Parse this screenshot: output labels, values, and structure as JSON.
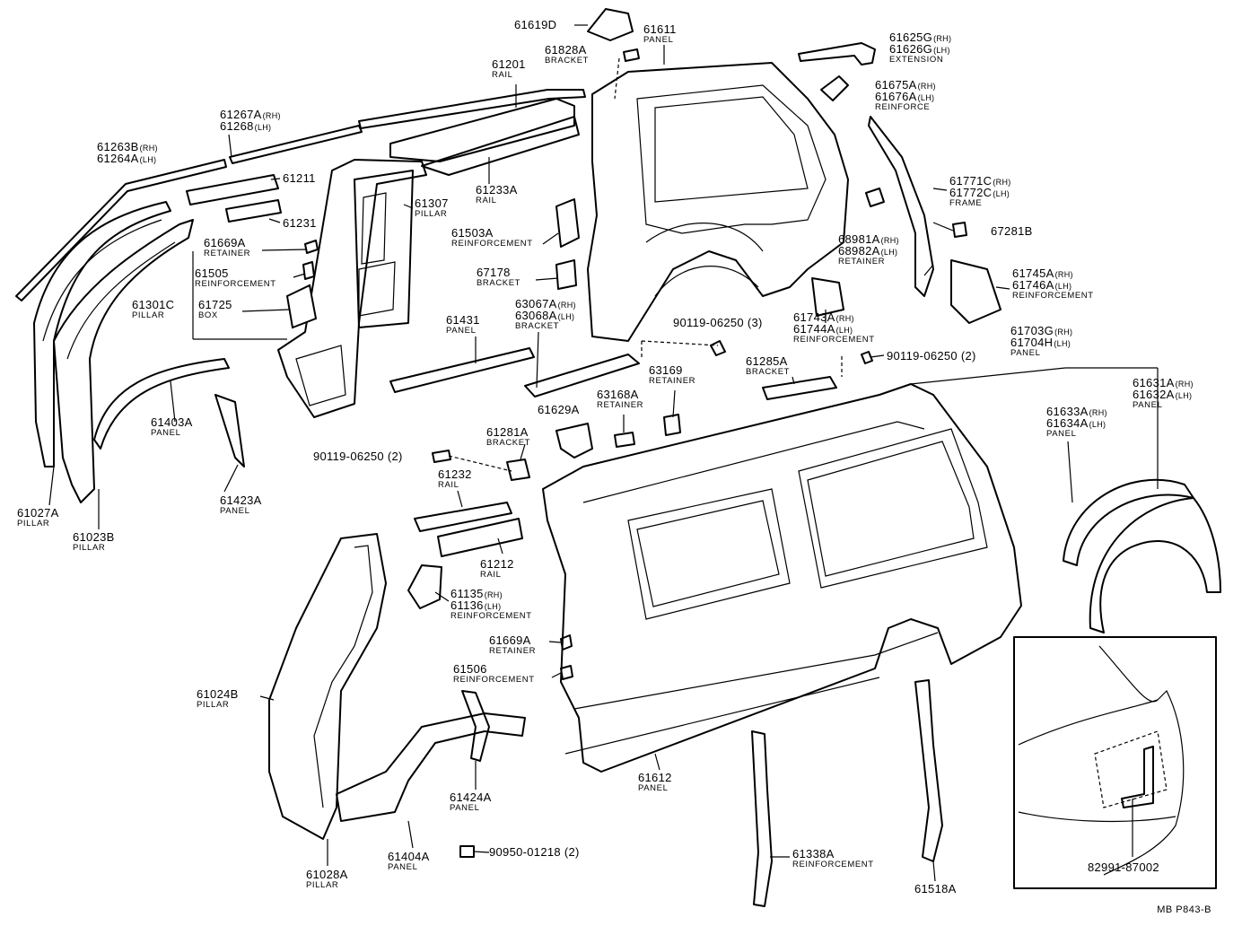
{
  "diagram": {
    "code": "MB P843-B",
    "labels": [
      {
        "id": "61619D",
        "parts": [
          {
            "no": "61619D"
          }
        ]
      },
      {
        "id": "61611",
        "parts": [
          {
            "no": "61611"
          }
        ],
        "name": "PANEL"
      },
      {
        "id": "61828A",
        "parts": [
          {
            "no": "61828A"
          }
        ],
        "name": "BRACKET"
      },
      {
        "id": "61625G",
        "parts": [
          {
            "no": "61625G",
            "side": "(RH)"
          },
          {
            "no": "61626G",
            "side": "(LH)"
          }
        ],
        "name": "EXTENSION"
      },
      {
        "id": "61201",
        "parts": [
          {
            "no": "61201"
          }
        ],
        "name": "RAIL"
      },
      {
        "id": "61675A",
        "parts": [
          {
            "no": "61675A",
            "side": "(RH)"
          },
          {
            "no": "61676A",
            "side": "(LH)"
          }
        ],
        "name": "REINFORCE"
      },
      {
        "id": "61267A",
        "parts": [
          {
            "no": "61267A",
            "side": "(RH)"
          },
          {
            "no": "61268",
            "side": "(LH)"
          }
        ]
      },
      {
        "id": "61263B",
        "parts": [
          {
            "no": "61263B",
            "side": "(RH)"
          },
          {
            "no": "61264A",
            "side": "(LH)"
          }
        ]
      },
      {
        "id": "61211",
        "parts": [
          {
            "no": "61211"
          }
        ]
      },
      {
        "id": "61233A",
        "parts": [
          {
            "no": "61233A"
          }
        ],
        "name": "RAIL"
      },
      {
        "id": "61307",
        "parts": [
          {
            "no": "61307"
          }
        ],
        "name": "PILLAR"
      },
      {
        "id": "61771C",
        "parts": [
          {
            "no": "61771C",
            "side": "(RH)"
          },
          {
            "no": "61772C",
            "side": "(LH)"
          }
        ],
        "name": "FRAME"
      },
      {
        "id": "61231",
        "parts": [
          {
            "no": "61231"
          }
        ]
      },
      {
        "id": "61503A",
        "parts": [
          {
            "no": "61503A"
          }
        ],
        "name": "REINFORCEMENT"
      },
      {
        "id": "61669A-top",
        "parts": [
          {
            "no": "61669A"
          }
        ],
        "name": "RETAINER"
      },
      {
        "id": "68981A",
        "parts": [
          {
            "no": "68981A",
            "side": "(RH)"
          },
          {
            "no": "68982A",
            "side": "(LH)"
          }
        ],
        "name": "RETAINER"
      },
      {
        "id": "67281B",
        "parts": [
          {
            "no": "67281B"
          }
        ]
      },
      {
        "id": "61505",
        "parts": [
          {
            "no": "61505"
          }
        ],
        "name": "REINFORCEMENT"
      },
      {
        "id": "67178",
        "parts": [
          {
            "no": "67178"
          }
        ],
        "name": "BRACKET"
      },
      {
        "id": "61745A",
        "parts": [
          {
            "no": "61745A",
            "side": "(RH)"
          },
          {
            "no": "61746A",
            "side": "(LH)"
          }
        ],
        "name": "REINFORCEMENT"
      },
      {
        "id": "61301C",
        "parts": [
          {
            "no": "61301C"
          }
        ],
        "name": "PILLAR"
      },
      {
        "id": "61725",
        "parts": [
          {
            "no": "61725"
          }
        ],
        "name": "BOX"
      },
      {
        "id": "63067A",
        "parts": [
          {
            "no": "63067A",
            "side": "(RH)"
          },
          {
            "no": "63068A",
            "side": "(LH)"
          }
        ],
        "name": "BRACKET"
      },
      {
        "id": "61431",
        "parts": [
          {
            "no": "61431"
          }
        ],
        "name": "PANEL"
      },
      {
        "id": "90119-3",
        "parts": [
          {
            "no": "90119-06250 (3)"
          }
        ]
      },
      {
        "id": "61743A",
        "parts": [
          {
            "no": "61743A",
            "side": "(RH)"
          },
          {
            "no": "61744A",
            "side": "(LH)"
          }
        ],
        "name": "REINFORCEMENT"
      },
      {
        "id": "61703G",
        "parts": [
          {
            "no": "61703G",
            "side": "(RH)"
          },
          {
            "no": "61704H",
            "side": "(LH)"
          }
        ],
        "name": "PANEL"
      },
      {
        "id": "90119-2a",
        "parts": [
          {
            "no": "90119-06250 (2)"
          }
        ]
      },
      {
        "id": "61285A",
        "parts": [
          {
            "no": "61285A"
          }
        ],
        "name": "BRACKET"
      },
      {
        "id": "63169",
        "parts": [
          {
            "no": "63169"
          }
        ],
        "name": "RETAINER"
      },
      {
        "id": "61631A",
        "parts": [
          {
            "no": "61631A",
            "side": "(RH)"
          },
          {
            "no": "61632A",
            "side": "(LH)"
          }
        ],
        "name": "PANEL"
      },
      {
        "id": "61633A",
        "parts": [
          {
            "no": "61633A",
            "side": "(RH)"
          },
          {
            "no": "61634A",
            "side": "(LH)"
          }
        ],
        "name": "PANEL"
      },
      {
        "id": "61403A",
        "parts": [
          {
            "no": "61403A"
          }
        ],
        "name": "PANEL"
      },
      {
        "id": "61629A",
        "parts": [
          {
            "no": "61629A"
          }
        ]
      },
      {
        "id": "63168A",
        "parts": [
          {
            "no": "63168A"
          }
        ],
        "name": "RETAINER"
      },
      {
        "id": "61281A",
        "parts": [
          {
            "no": "61281A"
          }
        ],
        "name": "BRACKET"
      },
      {
        "id": "90119-2b",
        "parts": [
          {
            "no": "90119-06250 (2)"
          }
        ]
      },
      {
        "id": "61232",
        "parts": [
          {
            "no": "61232"
          }
        ],
        "name": "RAIL"
      },
      {
        "id": "61423A",
        "parts": [
          {
            "no": "61423A"
          }
        ],
        "name": "PANEL"
      },
      {
        "id": "61027A",
        "parts": [
          {
            "no": "61027A"
          }
        ],
        "name": "PILLAR"
      },
      {
        "id": "61023B",
        "parts": [
          {
            "no": "61023B"
          }
        ],
        "name": "PILLAR"
      },
      {
        "id": "61212",
        "parts": [
          {
            "no": "61212"
          }
        ],
        "name": "RAIL"
      },
      {
        "id": "61135",
        "parts": [
          {
            "no": "61135",
            "side": "(RH)"
          },
          {
            "no": "61136",
            "side": "(LH)"
          }
        ],
        "name": "REINFORCEMENT"
      },
      {
        "id": "61669A-low",
        "parts": [
          {
            "no": "61669A"
          }
        ],
        "name": "RETAINER"
      },
      {
        "id": "61506",
        "parts": [
          {
            "no": "61506"
          }
        ],
        "name": "REINFORCEMENT"
      },
      {
        "id": "61024B",
        "parts": [
          {
            "no": "61024B"
          }
        ],
        "name": "PILLAR"
      },
      {
        "id": "61612",
        "parts": [
          {
            "no": "61612"
          }
        ],
        "name": "PANEL"
      },
      {
        "id": "61424A",
        "parts": [
          {
            "no": "61424A"
          }
        ],
        "name": "PANEL"
      },
      {
        "id": "61404A",
        "parts": [
          {
            "no": "61404A"
          }
        ],
        "name": "PANEL"
      },
      {
        "id": "90950",
        "parts": [
          {
            "no": "90950-01218 (2)"
          }
        ]
      },
      {
        "id": "61028A",
        "parts": [
          {
            "no": "61028A"
          }
        ],
        "name": "PILLAR"
      },
      {
        "id": "61338A",
        "parts": [
          {
            "no": "61338A"
          }
        ],
        "name": "REINFORCEMENT"
      },
      {
        "id": "61518A",
        "parts": [
          {
            "no": "61518A"
          }
        ]
      },
      {
        "id": "82991",
        "parts": [
          {
            "no": "82991-87002"
          }
        ]
      }
    ]
  }
}
